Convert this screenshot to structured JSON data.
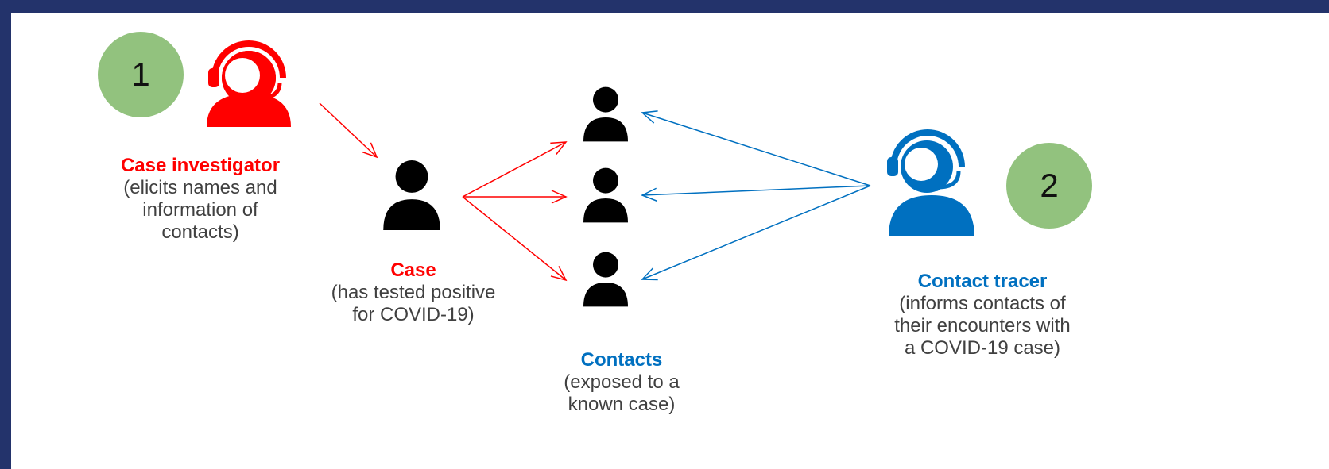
{
  "colors": {
    "red": "#ff0000",
    "blue": "#0070c0",
    "black": "#000000",
    "badge": "#92c27e",
    "frame": "#23336b"
  },
  "steps": {
    "one": "1",
    "two": "2"
  },
  "case_investigator": {
    "title": "Case investigator",
    "desc": "(elicits names and\ninformation of\ncontacts)",
    "icon": "headset-person-icon"
  },
  "case": {
    "title": "Case",
    "desc": "(has tested positive\nfor COVID-19)",
    "icon": "person-icon"
  },
  "contacts": {
    "title": "Contacts",
    "desc": "(exposed to a\nknown case)",
    "icon": "person-icon"
  },
  "contact_tracer": {
    "title": "Contact tracer",
    "desc": "(informs contacts of\ntheir encounters with\na COVID-19 case)",
    "icon": "headset-person-icon"
  }
}
